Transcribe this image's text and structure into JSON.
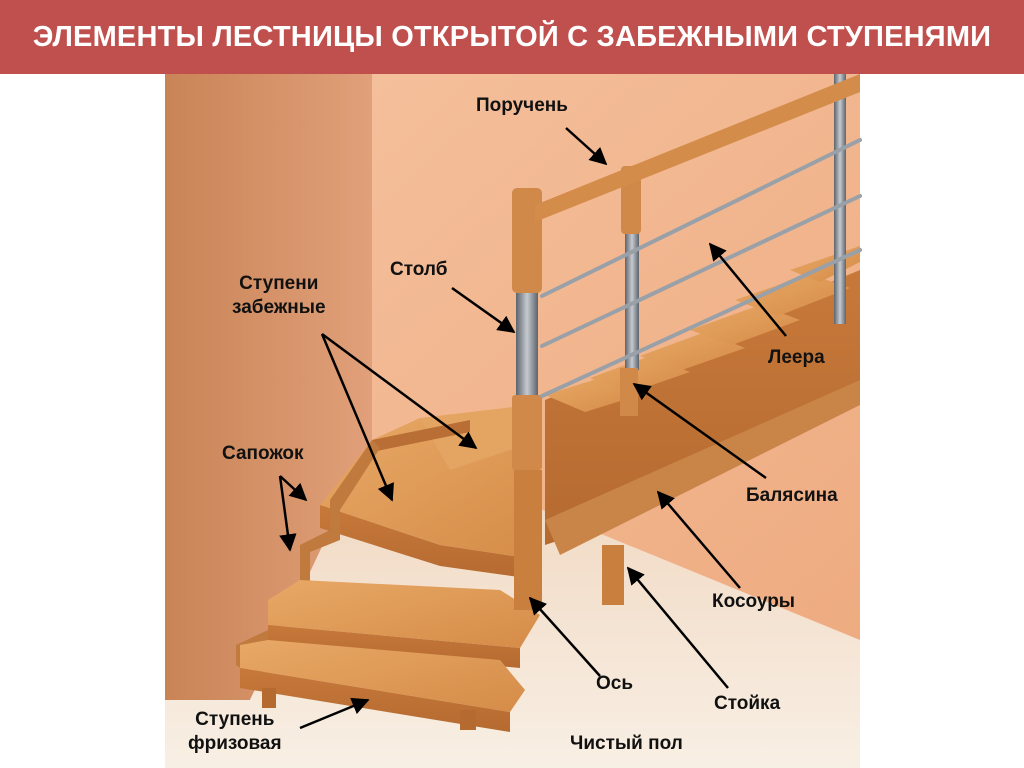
{
  "title": "ЭЛЕМЕНТЫ ЛЕСТНИЦЫ ОТКРЫТОЙ С ЗАБЕЖНЫМИ СТУПЕНЯМИ",
  "colors": {
    "title_bar": "#c0504d",
    "wall": "#f2b58c",
    "wood": "#d9914f",
    "metal": "#8a8f96",
    "floor": "#f3e6d6"
  },
  "labels": {
    "handrail": "Поручень",
    "newel_post": "Столб",
    "winder_steps_line1": "Ступени",
    "winder_steps_line2": "забежные",
    "railing_bars": "Леера",
    "boot": "Сапожок",
    "baluster": "Балясина",
    "stringers": "Косоуры",
    "axis": "Ось",
    "support_post": "Стойка",
    "bullnose_step_line1": "Ступень",
    "bullnose_step_line2": "фризовая",
    "finished_floor": "Чистый пол"
  }
}
